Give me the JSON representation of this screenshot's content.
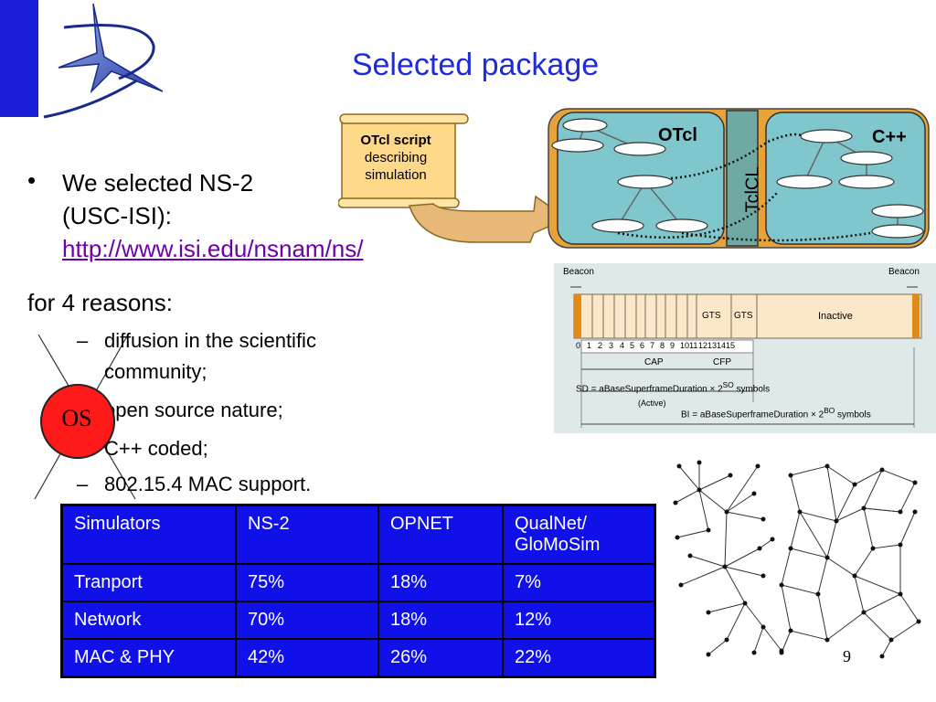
{
  "slide": {
    "title": "Selected package",
    "page_number": "9"
  },
  "bullets": {
    "main_line1": "We selected NS-2",
    "main_line2": "(USC-ISI):",
    "link": "http://www.isi.edu/nsnam/ns/",
    "reasons_label": "for 4 reasons:",
    "sub": [
      "diffusion in the scientific",
      "community;",
      "open source nature;",
      "C++ coded;",
      "802.15.4 MAC support."
    ],
    "dash": "–",
    "bullet_char": "•"
  },
  "os_badge": {
    "label": "OS",
    "color": "#ff1a1a"
  },
  "ns2_diagram": {
    "script_label_bold": "OTcl script",
    "script_label_1": "describing",
    "script_label_2": "simulation",
    "otcl_label": "OTcl",
    "cpp_label": "C++",
    "tclcl_label": "TclCL"
  },
  "superframe": {
    "beacon_left": "Beacon",
    "beacon_right": "Beacon",
    "slots": [
      "0",
      "1",
      "2",
      "3",
      "4",
      "5",
      "6",
      "7",
      "8",
      "9",
      "10",
      "11",
      "12",
      "13",
      "14",
      "15"
    ],
    "gts1": "GTS",
    "gts2": "GTS",
    "inactive": "Inactive",
    "cap": "CAP",
    "cfp": "CFP",
    "sd_label": "SD = aBaseSuperframeDuration × 2",
    "sd_sup": "SO",
    "sd_tail": " symbols",
    "active": "(Active)",
    "bi_label": "BI = aBaseSuperframeDuration × 2",
    "bi_sup": "BO",
    "bi_tail": " symbols"
  },
  "table": {
    "rows": [
      [
        "Simulators",
        "NS-2",
        "OPNET",
        "QualNet/ GloMoSim"
      ],
      [
        "Tranport",
        "75%",
        "18%",
        "7%"
      ],
      [
        "Network",
        "70%",
        "18%",
        "12%"
      ],
      [
        "MAC & PHY",
        "42%",
        "26%",
        "22%"
      ]
    ]
  },
  "colors": {
    "title": "#1f2bd8",
    "table_bg": "#1010e8",
    "logo_blue": "#1a1fd6",
    "diagram_teal": "#7fc7cc",
    "scroll_fill": "#ffd98a"
  }
}
